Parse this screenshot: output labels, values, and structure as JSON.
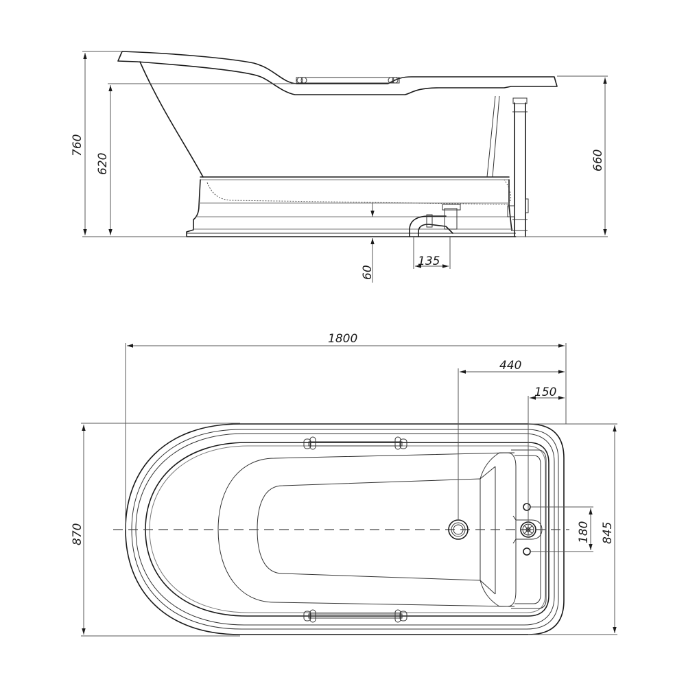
{
  "drawing": {
    "title": "Freestanding bathtub technical drawing",
    "units": "mm",
    "side_view": {
      "dimensions": {
        "overall_height": "760",
        "rim_height_low": "620",
        "rim_height_faucet_end": "660",
        "drain_clearance": "60",
        "drain_offset": "135"
      }
    },
    "top_view": {
      "dimensions": {
        "overall_length": "1800",
        "drain_from_end": "440",
        "faucet_from_end": "150",
        "overall_width": "870",
        "inner_width": "845",
        "faucet_hole_spacing": "180"
      }
    },
    "colors": {
      "line": "#1a1a1a",
      "background": "#ffffff"
    }
  }
}
